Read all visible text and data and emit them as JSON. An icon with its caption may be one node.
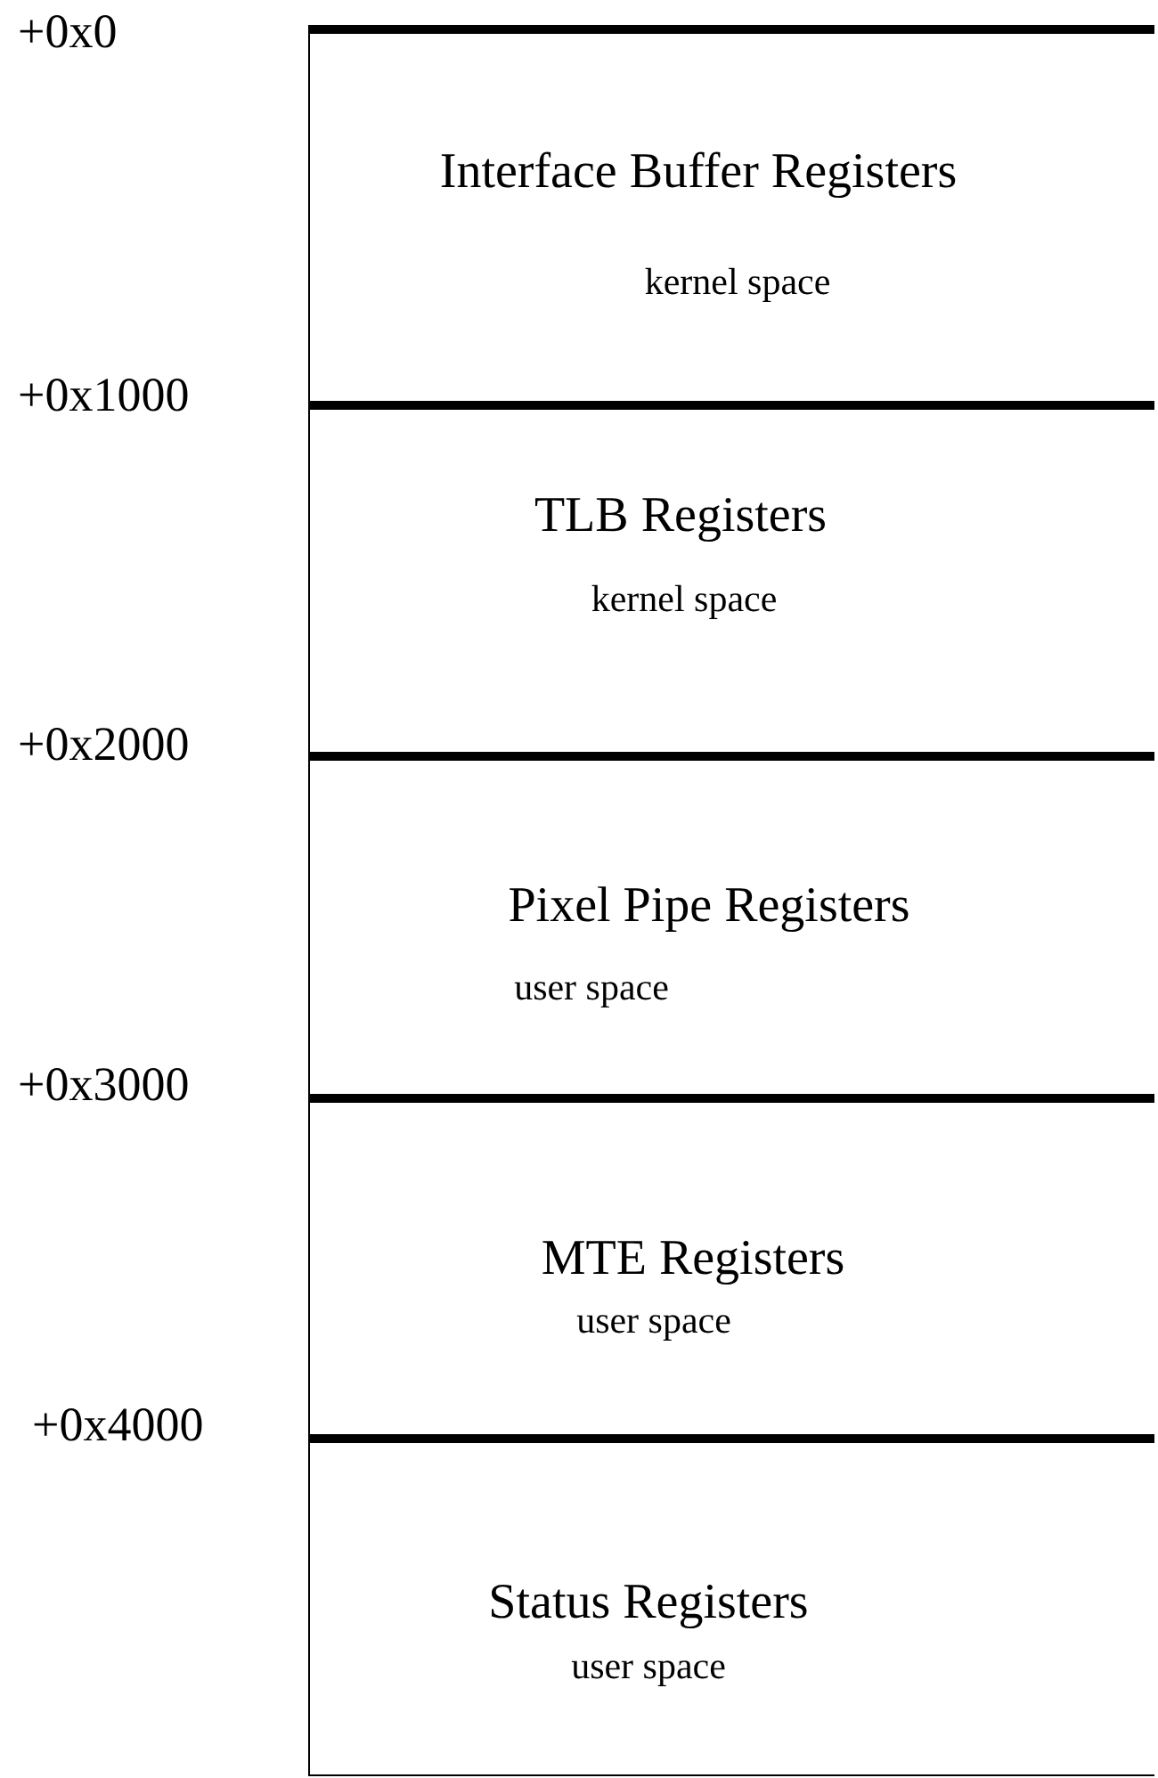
{
  "diagram": {
    "nodes": [
      {
        "text": [
          "Interface Buffer Registers",
          "kernel space"
        ]
      },
      {
        "text": [
          "TLB Registers",
          "kernel space"
        ]
      },
      {
        "text": [
          "Pixel Pipe Registers",
          "user space"
        ]
      },
      {
        "text": [
          "MTE Registers",
          "user space"
        ]
      },
      {
        "text": [
          "Status Registers",
          "user space"
        ]
      }
    ],
    "edges": [],
    "labels": [
      "+0x0",
      "+0x1000",
      "+0x2000",
      "+0x3000",
      "+0x4000"
    ]
  }
}
